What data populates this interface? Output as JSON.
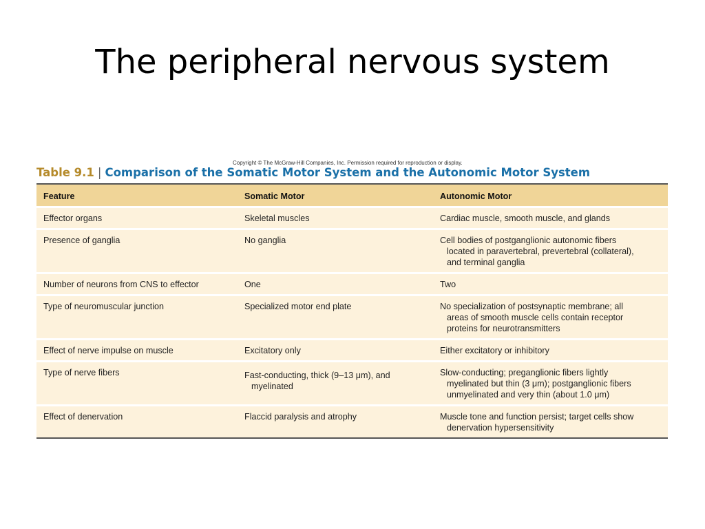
{
  "slide": {
    "title": "The peripheral nervous system"
  },
  "figure": {
    "copyright": "Copyright © The McGraw-Hill Companies, Inc. Permission required for reproduction or display.",
    "table_number": "Table 9.1",
    "separator": "|",
    "table_title": "Comparison of the Somatic Motor System and the Autonomic Motor System"
  },
  "table": {
    "headers": [
      "Feature",
      "Somatic Motor",
      "Autonomic Motor"
    ],
    "rows": [
      {
        "feature": "Effector organs",
        "somatic": [
          "Skeletal muscles"
        ],
        "autonomic": [
          "Cardiac muscle, smooth muscle, and glands"
        ]
      },
      {
        "feature": "Presence of ganglia",
        "somatic": [
          "No ganglia"
        ],
        "autonomic": [
          "Cell bodies of postganglionic autonomic fibers",
          "located in paravertebral, prevertebral (collateral),",
          "and terminal ganglia"
        ]
      },
      {
        "feature": "Number of neurons from CNS to effector",
        "somatic": [
          "One"
        ],
        "autonomic": [
          "Two"
        ]
      },
      {
        "feature": "Type of neuromuscular junction",
        "somatic": [
          "Specialized motor end plate"
        ],
        "autonomic": [
          "No specialization of postsynaptic membrane; all",
          "areas of smooth muscle cells contain receptor",
          "proteins for neurotransmitters"
        ]
      },
      {
        "feature": "Effect of nerve impulse on muscle",
        "somatic": [
          "Excitatory only"
        ],
        "autonomic": [
          "Either excitatory or inhibitory"
        ]
      },
      {
        "feature": "Type of nerve fibers",
        "somatic": [
          "Fast-conducting, thick (9–13  μm), and",
          "myelinated"
        ],
        "autonomic": [
          "Slow-conducting; preganglionic fibers lightly",
          "myelinated but thin (3  μm); postganglionic fibers",
          "unmyelinated and very thin (about 1.0  μm)"
        ]
      },
      {
        "feature": "Effect of denervation",
        "somatic": [
          "Flaccid paralysis and atrophy"
        ],
        "autonomic": [
          "Muscle tone and function persist; target cells show",
          "denervation hypersensitivity"
        ]
      }
    ]
  }
}
